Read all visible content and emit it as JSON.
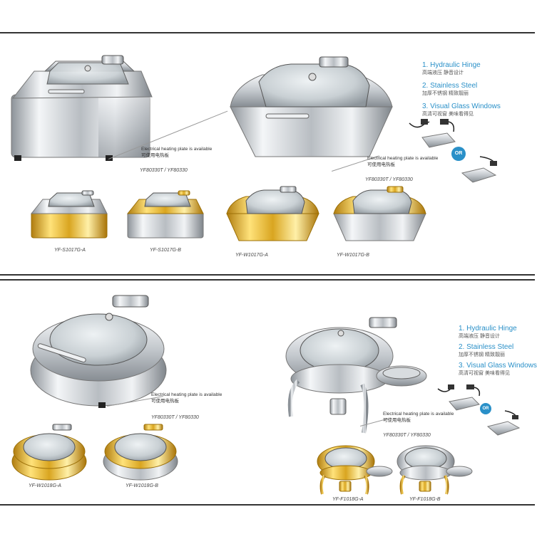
{
  "colors": {
    "accent": "#2a90c8",
    "rule": "#333333",
    "gold": "#e1b62c",
    "steel": "#c8ccd0"
  },
  "panel_top": {
    "note_en": "Electrical heating plate is available",
    "note_cn": "可使用电热板",
    "model_left": "YF80330T / YF80330",
    "note2_en": "Electrical heating plate is available",
    "note2_cn": "可使用电热板",
    "model_right": "YF80330T / YF80330",
    "features": [
      {
        "en": "1. Hydraulic Hinge",
        "cn": "高端液压  静音设计"
      },
      {
        "en": "2. Stainless Steel",
        "cn": "加厚不锈钢  精致靓丽"
      },
      {
        "en": "3. Visual Glass Windows",
        "cn": "高清可视窗  美味看得见"
      }
    ],
    "or_label": "OR",
    "variants": [
      "YF-S1017G-A",
      "YF-S1017G-B",
      "YF-W1017G-A",
      "YF-W1017G-B"
    ]
  },
  "panel_bottom": {
    "note_en": "Electrical heating plate is available",
    "note_cn": "可使用电热板",
    "model_left": "YF80330T / YF80330",
    "note2_en": "Electrical heating plate is available",
    "note2_cn": "可使用电热板",
    "model_right": "YF80330T / YF80330",
    "features": [
      {
        "en": "1. Hydraulic Hinge",
        "cn": "高端液压  静音设计"
      },
      {
        "en": "2. Stainless Steel",
        "cn": "加厚不锈钢  精致靓丽"
      },
      {
        "en": "3. Visual Glass Windows",
        "cn": "高清可视窗  美味看得见"
      }
    ],
    "or_label": "OR",
    "variants": [
      "YF-W1018G-A",
      "YF-W1018G-B",
      "YF-F1018G-A",
      "YF-F1018G-B"
    ]
  }
}
